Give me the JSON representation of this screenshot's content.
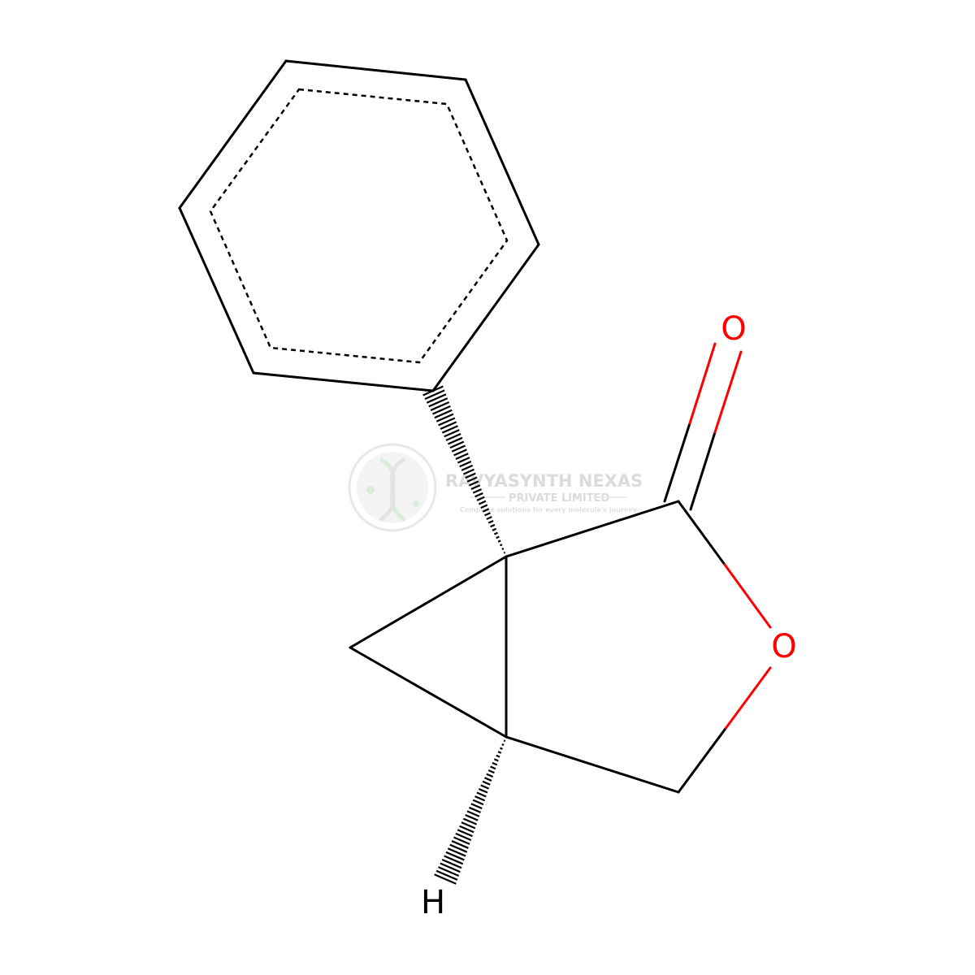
{
  "molecule": {
    "atoms": {
      "carbonyl_oxygen": {
        "label": "O",
        "color": "#ff0000"
      },
      "ring_oxygen": {
        "label": "O",
        "color": "#ff0000"
      },
      "stereo_hydrogen": {
        "label": "H",
        "color": "#000000"
      }
    },
    "bond_color": "#000000"
  },
  "watermark": {
    "company_name": "RAVYASYNTH NEXAS",
    "company_suffix": "PRIVATE LIMITED",
    "tagline": "Complete solutions for every molecule's journey",
    "logo_color": "#c8e6c9"
  }
}
